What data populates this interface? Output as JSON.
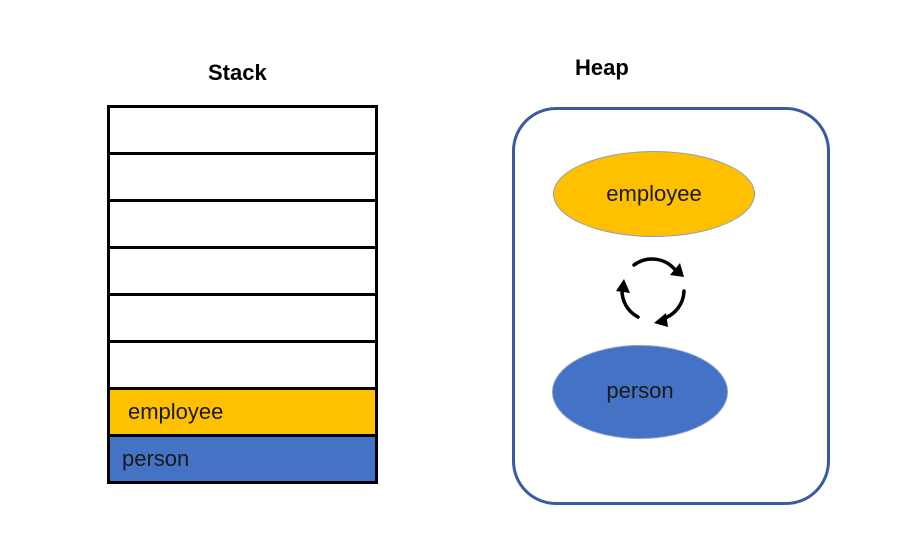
{
  "stack": {
    "title": "Stack",
    "slots": [
      {
        "label": "",
        "color": "#ffffff"
      },
      {
        "label": "",
        "color": "#ffffff"
      },
      {
        "label": "",
        "color": "#ffffff"
      },
      {
        "label": "",
        "color": "#ffffff"
      },
      {
        "label": "",
        "color": "#ffffff"
      },
      {
        "label": "",
        "color": "#ffffff"
      },
      {
        "label": "employee",
        "color": "#ffc000"
      },
      {
        "label": "person",
        "color": "#4472c4"
      }
    ]
  },
  "heap": {
    "title": "Heap",
    "border_color": "#3a5ba0",
    "objects": [
      {
        "label": "employee",
        "color": "#ffc000"
      },
      {
        "label": "person",
        "color": "#4472c4"
      }
    ],
    "cycle_icon": "circular-arrows-icon"
  }
}
